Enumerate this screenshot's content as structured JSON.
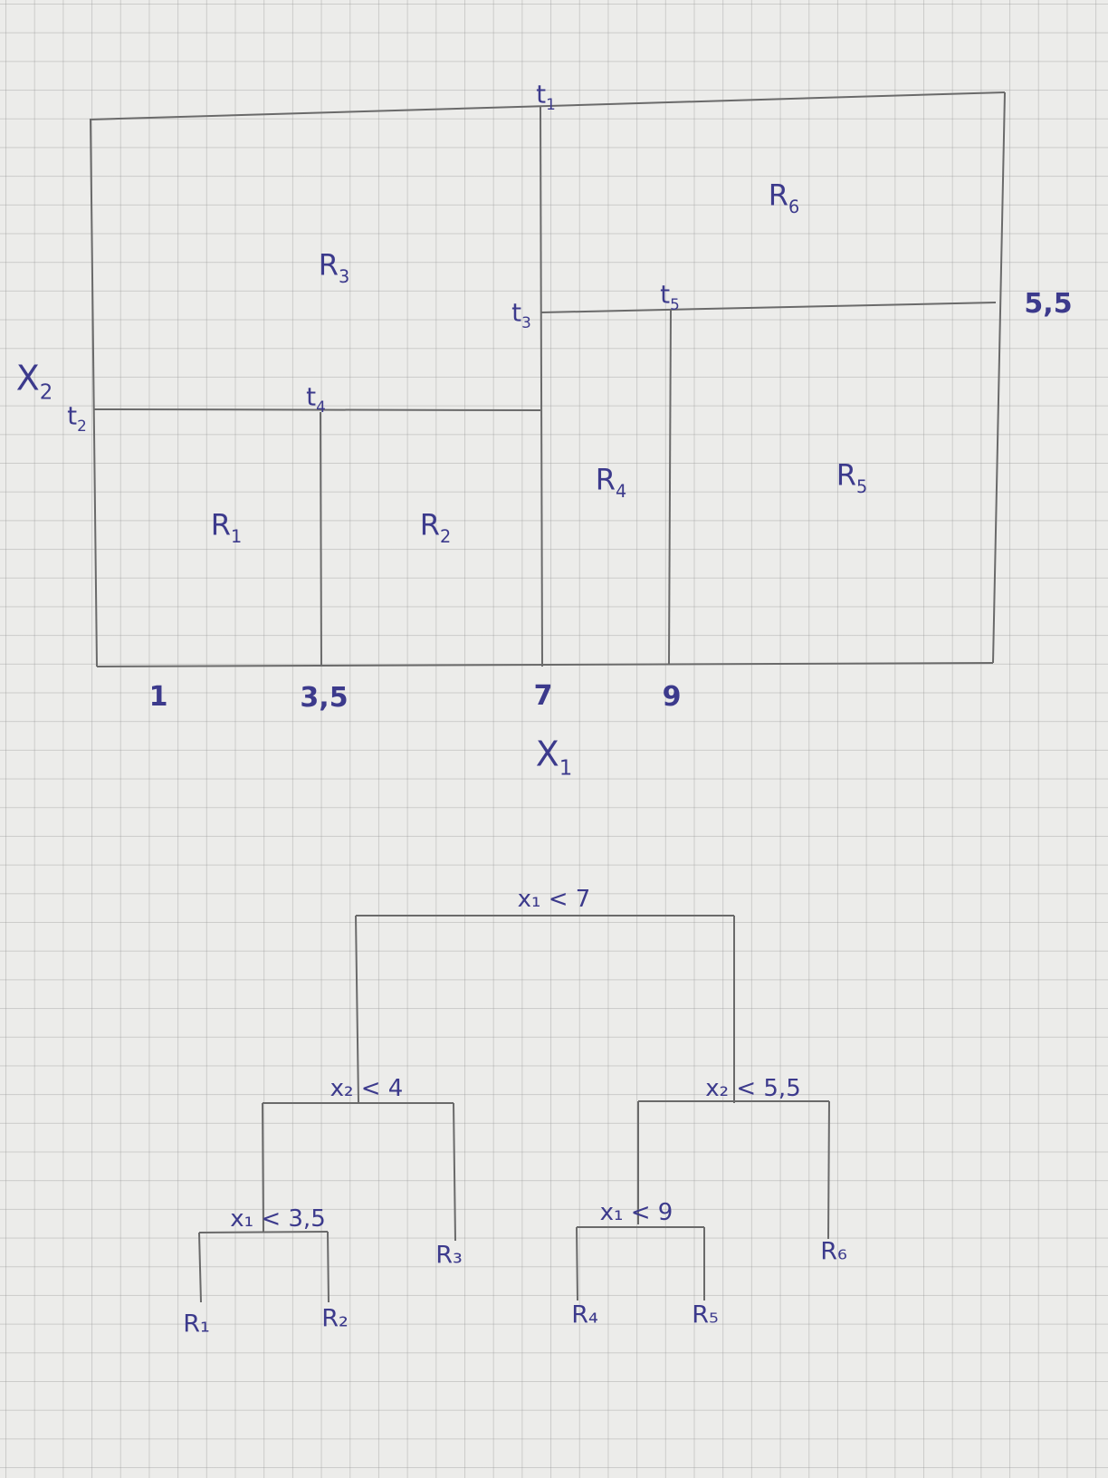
{
  "partition": {
    "regions": [
      {
        "id": "R1",
        "letter": "R",
        "index": "1"
      },
      {
        "id": "R2",
        "letter": "R",
        "index": "2"
      },
      {
        "id": "R3",
        "letter": "R",
        "index": "3"
      },
      {
        "id": "R4",
        "letter": "R",
        "index": "4"
      },
      {
        "id": "R5",
        "letter": "R",
        "index": "5"
      },
      {
        "id": "R6",
        "letter": "R",
        "index": "6"
      }
    ],
    "splits": [
      {
        "id": "t1",
        "letter": "t",
        "index": "1"
      },
      {
        "id": "t2",
        "letter": "t",
        "index": "2"
      },
      {
        "id": "t3",
        "letter": "t",
        "index": "3"
      },
      {
        "id": "t4",
        "letter": "t",
        "index": "4"
      },
      {
        "id": "t5",
        "letter": "t",
        "index": "5"
      }
    ],
    "x_axis_ticks": [
      "1",
      "3,5",
      "7",
      "9"
    ],
    "x_axis_label": {
      "letter": "X",
      "index": "1"
    },
    "y_axis_label": {
      "letter": "X",
      "index": "2"
    },
    "y_tick_right": "5,5"
  },
  "tree": {
    "root": "x₁ < 7",
    "left": "x₂ < 4",
    "right": "x₂ < 5,5",
    "left_left": "x₁ < 3,5",
    "right_left": "x₁ < 9",
    "leaves": [
      "R₁",
      "R₂",
      "R₃",
      "R₄",
      "R₅",
      "R₆"
    ]
  },
  "colors": {
    "ink": "#3c3a8c",
    "pencil": "#6a6a6a",
    "paper": "#ececea",
    "grid": "#969696"
  }
}
